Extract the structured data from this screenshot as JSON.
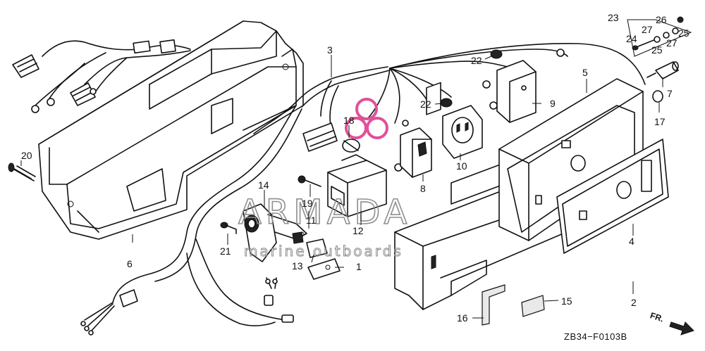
{
  "callouts": {
    "c1": "1",
    "c2": "2",
    "c3": "3",
    "c4": "4",
    "c5": "5",
    "c6": "6",
    "c7": "7",
    "c8": "8",
    "c9": "9",
    "c10": "10",
    "c11": "11",
    "c12": "12",
    "c13": "13",
    "c14": "14",
    "c15": "15",
    "c16": "16",
    "c17": "17",
    "c18": "18",
    "c19": "19",
    "c20": "20",
    "c21": "21",
    "c22a": "22",
    "c22b": "22",
    "c23": "23",
    "c24": "24",
    "c25a": "25",
    "c25b": "25",
    "c26": "26",
    "c27a": "27",
    "c27b": "27"
  },
  "diagram_code": "ZB34−F0103B",
  "direction_label": "FR.",
  "watermark": {
    "brand": "ARMADA",
    "tagline": "marine outboards",
    "accent_color": "#e0509a",
    "text_color": "#8f8f8f"
  }
}
